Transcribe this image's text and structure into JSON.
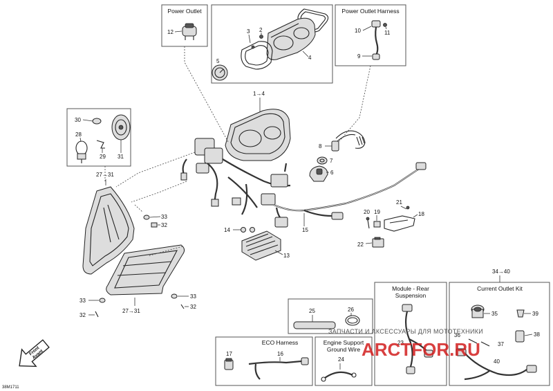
{
  "boxes": {
    "power_outlet": "Power Outlet",
    "power_outlet_harness": "Power Outlet Harness",
    "module_rear": "Module - Rear",
    "module_rear_2": "Suspension",
    "current_outlet_kit": "Current Outlet Kit",
    "eco_harness": "ECO Harness",
    "engine_support": "Engine Support",
    "engine_support_2": "Ground Wire"
  },
  "callouts": {
    "c1to4": "1→4",
    "c2": "2",
    "c3": "3",
    "c4": "4",
    "c5": "5",
    "c6": "6",
    "c7": "7",
    "c8": "8",
    "c9": "9",
    "c10": "10",
    "c11": "11",
    "c12": "12",
    "c13": "13",
    "c14": "14",
    "c15": "15",
    "c16": "16",
    "c17": "17",
    "c18": "18",
    "c19": "19",
    "c20": "20",
    "c21": "21",
    "c22": "22",
    "c23": "23",
    "c24": "24",
    "c25": "25",
    "c26": "26",
    "c27to31_top": "27→31",
    "c27to31_bottom": "27→31",
    "c28": "28",
    "c29": "29",
    "c30": "30",
    "c31": "31",
    "c32a": "32",
    "c32b": "32",
    "c32c": "32",
    "c33a": "33",
    "c33b": "33",
    "c33c": "33",
    "c34to40": "34→40",
    "c35": "35",
    "c36": "36",
    "c37": "37",
    "c38": "38",
    "c39": "39",
    "c40": "40"
  },
  "front_arrow": {
    "line1": "Front",
    "line2": "Avant"
  },
  "figure_code": "38M1711",
  "watermark": {
    "line1": "ЗАПЧАСТИ И АКСЕССУАРЫ ДЛЯ МОТОТЕХНИКИ",
    "brand": "ARCTFOR.RU"
  }
}
